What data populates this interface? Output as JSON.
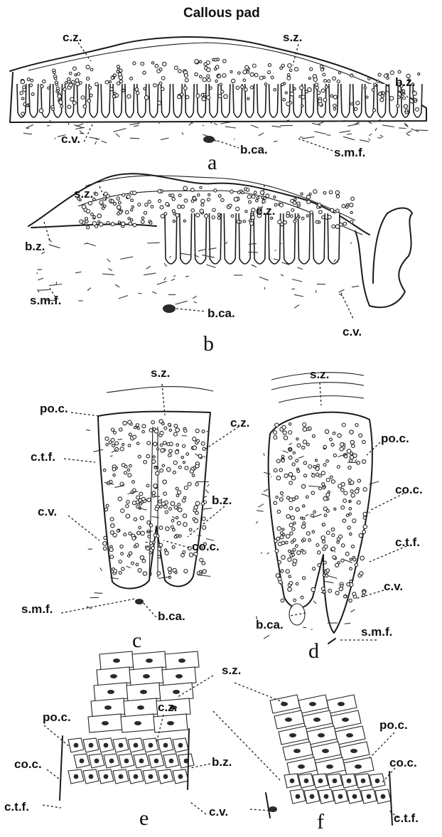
{
  "title": "Callous pad",
  "panels": [
    {
      "id": "a",
      "letter": "a",
      "labels": [
        "c.z.",
        "s.z.",
        "b.z.",
        "c.v.",
        "b.ca.",
        "s.m.f."
      ]
    },
    {
      "id": "b",
      "letter": "b",
      "labels": [
        "s.z.",
        "c.z.",
        "b.z.",
        "s.m.f.",
        "b.ca.",
        "c.v."
      ]
    },
    {
      "id": "c",
      "letter": "c",
      "labels": [
        "s.z.",
        "po.c.",
        "c.z.",
        "c.t.f.",
        "b.z.",
        "c.v.",
        "co.c.",
        "s.m.f.",
        "b.ca."
      ]
    },
    {
      "id": "d",
      "letter": "d",
      "labels": [
        "s.z.",
        "po.c.",
        "co.c.",
        "c.t.f.",
        "c.v.",
        "b.ca.",
        "s.m.f."
      ]
    },
    {
      "id": "e",
      "letter": "e",
      "labels": [
        "s.z.",
        "po.c.",
        "c.z.",
        "co.c.",
        "b.z.",
        "c.t.f.",
        "c.v."
      ]
    },
    {
      "id": "f",
      "letter": "f",
      "labels": [
        "po.c.",
        "co.c.",
        "c.t.f."
      ]
    }
  ]
}
